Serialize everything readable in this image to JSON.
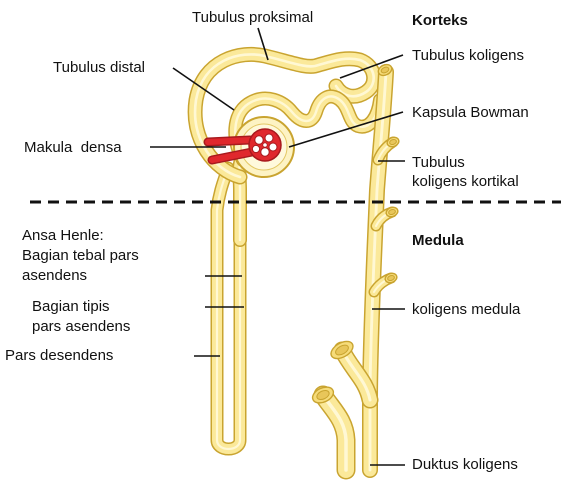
{
  "labels": {
    "tubulus_proksimal": "Tubulus proksimal",
    "korteks": "Korteks",
    "tubulus_distal": "Tubulus distal",
    "tubulus_koligens": "Tubulus koligens",
    "kapsula_bowman": "Kapsula Bowman",
    "makula_densa": "Makula  densa",
    "tubulus_koligens_kortikal_1": "Tubulus",
    "tubulus_koligens_kortikal_2": "koligens kortikal",
    "ansa_henle_1": "Ansa Henle:",
    "ansa_henle_2": "Bagian tebal pars",
    "ansa_henle_3": "asendens",
    "medula": "Medula",
    "bagian_tipis_1": "Bagian tipis",
    "bagian_tipis_2": "pars asendens",
    "koligens_medula": "koligens medula",
    "pars_desendens": "Pars desendens",
    "duktus_koligens": "Duktus koligens"
  },
  "colors": {
    "tubule_fill": "#fbe99a",
    "tubule_outline": "#c9a430",
    "vessel_red": "#e0282d",
    "capsule_fill": "#fdf3c4",
    "divider": "#111111"
  }
}
